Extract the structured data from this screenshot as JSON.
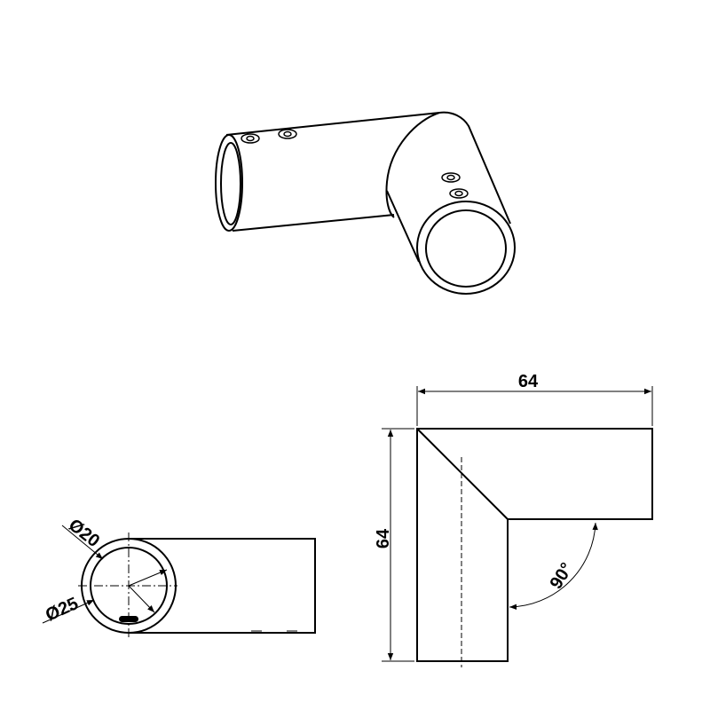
{
  "dimensions": {
    "width": "64",
    "height": "64",
    "angle": "90°",
    "outer_diameter": "Ø25",
    "inner_diameter": "Ø20"
  },
  "colors": {
    "line": "#000000",
    "background": "#ffffff"
  }
}
